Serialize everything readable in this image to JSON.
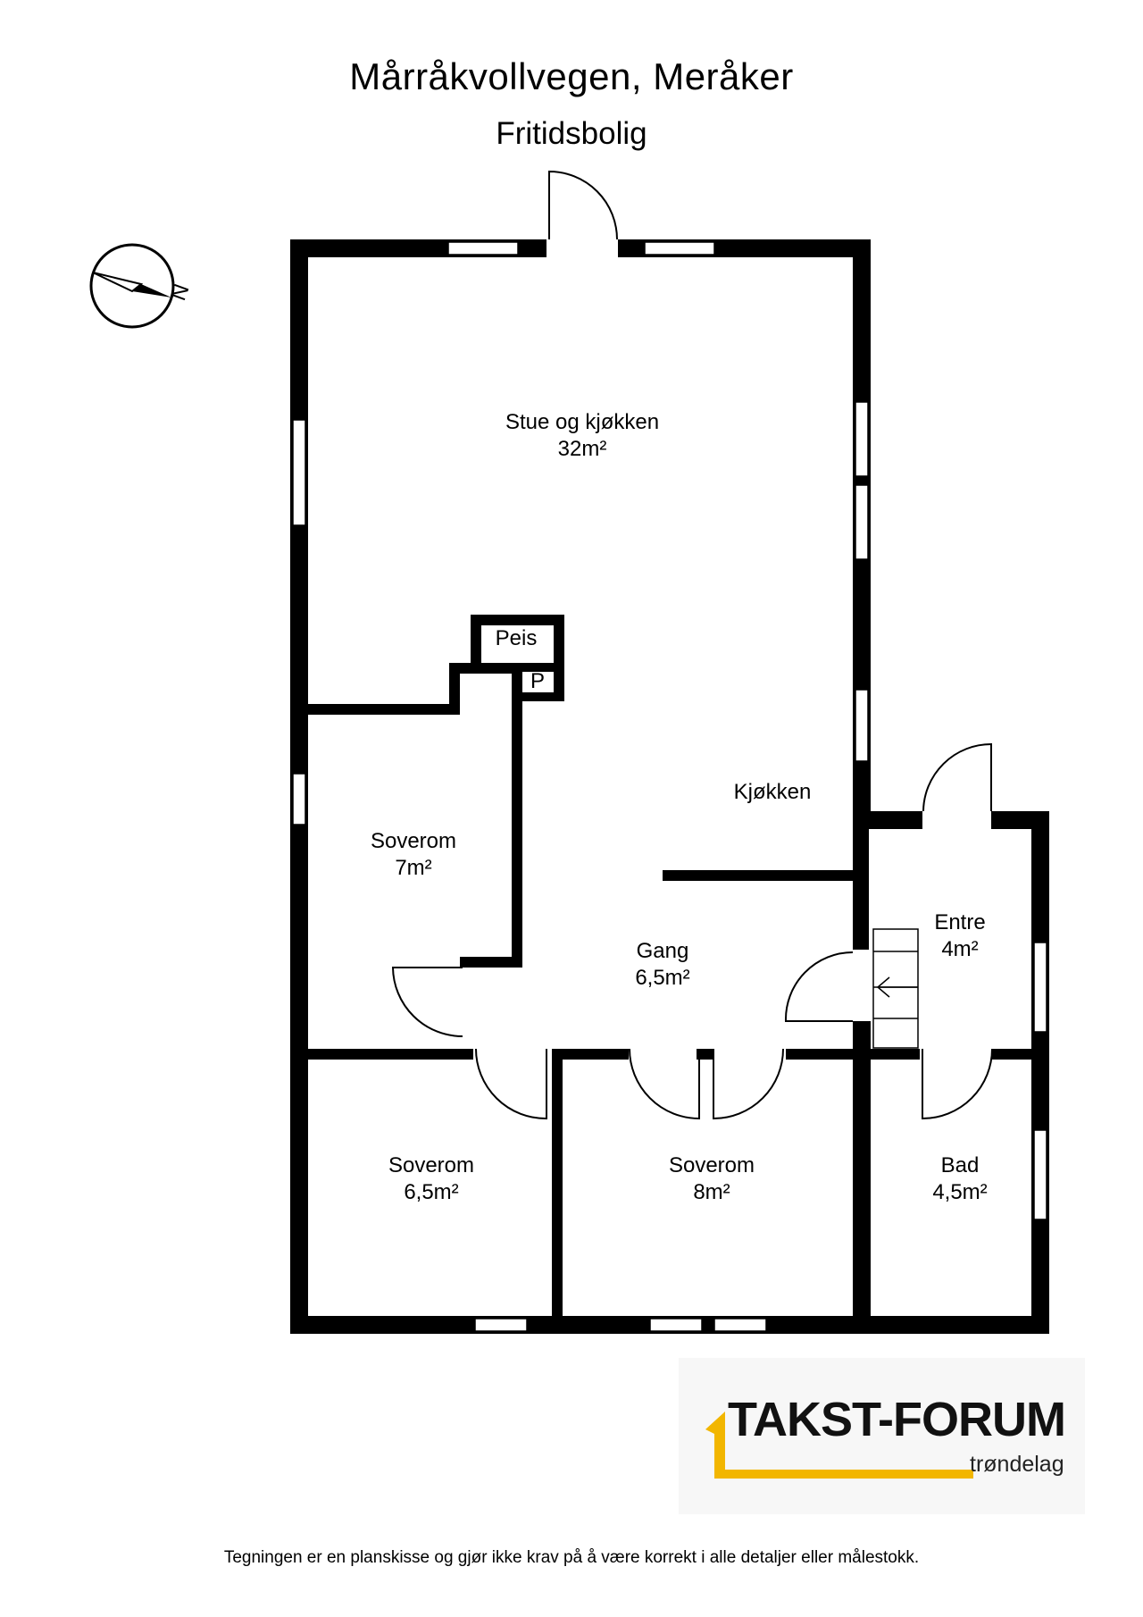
{
  "title": "Mårråkvollvegen, Meråker",
  "subtitle": "Fritidsbolig",
  "compass": {
    "label": "N"
  },
  "rooms": {
    "stue": {
      "name": "Stue og kjøkken",
      "area": "32m²"
    },
    "peis": {
      "name": "Peis"
    },
    "pipe": {
      "name": "P"
    },
    "kjokken": {
      "name": "Kjøkken"
    },
    "soverom_1": {
      "name": "Soverom",
      "area": "7m²"
    },
    "gang": {
      "name": "Gang",
      "area": "6,5m²"
    },
    "entre": {
      "name": "Entre",
      "area": "4m²"
    },
    "soverom_2": {
      "name": "Soverom",
      "area": "6,5m²"
    },
    "soverom_3": {
      "name": "Soverom",
      "area": "8m²"
    },
    "bad": {
      "name": "Bad",
      "area": "4,5m²"
    }
  },
  "logo": {
    "main": "TAKST-FORUM",
    "sub": "trøndelag",
    "accent_color": "#f2b600"
  },
  "disclaimer": "Tegningen er en planskisse og gjør ikke krav på å være korrekt i alle detaljer eller målestokk.",
  "colors": {
    "wall": "#000000",
    "window": "#ffffff",
    "background": "#ffffff"
  }
}
